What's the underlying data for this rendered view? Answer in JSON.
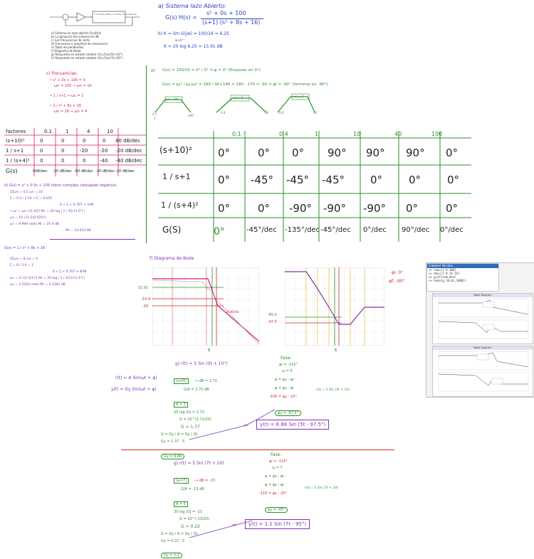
{
  "problem": {
    "block_tf": "s^2+0.5s+100 / s^2+2s^2+17.6s+16",
    "lines": [
      "a) Sistema en lazo abierto G(s)H(s)",
      "b) La ganancia del sistema en dB",
      "c) Las frecuencias de corte",
      "d) Frecuencia y amplitud de resonancia",
      "e) Tabla de pendientes",
      "f) Diagrama de Bode",
      "g) Respuesta en estado estable r(t)=5sin(5t+10°)",
      "h) Respuesta en estado estable r(t)=5sin(7t+20°)"
    ]
  },
  "sec_a": {
    "title": "a)  Sistema  lazo  Abierto:",
    "expr_left": "G(s) H(s) =",
    "numerator": "s² + 0s + 100",
    "denominator": "(s+1) (s² + 8s + 16)"
  },
  "sec_b": {
    "title": "b)  K = lim G(jw) = 100/16 = 6.25",
    "sub": "w→0⁺⁺",
    "kdb": "K = 20 log 6.25 = 15.91 dB"
  },
  "sec_c": {
    "title": "c)  frecuencias:",
    "items": [
      "• s² + 0s + 100 = 0",
      "ωn = 100  ⇒  ωn = 10",
      "• 1 / s+1  ⇒  ωc = 1",
      "• 1 / s² + 8s + 16",
      "ωn = 16  ⇒  ωn = 4"
    ]
  },
  "factors": {
    "header": [
      "factores",
      "0.1",
      "1",
      "4",
      "10"
    ],
    "rows": [
      [
        "(s+10)²",
        "0",
        "0",
        "0",
        "0",
        "40 dB/dec"
      ],
      [
        "1 / s+1",
        "0",
        "0",
        "-20",
        "-20",
        "-20 dB/dec"
      ],
      [
        "1 / (s+4)²",
        "0",
        "0",
        "0",
        "-40",
        "-40 dB/dec"
      ],
      [
        "G(s)",
        "0dB/dec",
        "-20 dB/dec",
        "-60 dB/dec",
        "-20 dB/dec",
        "-20 dB/dec"
      ]
    ]
  },
  "sec_d": {
    "title": "d)  G(s) = s² + 0.5s + 100   (tiene complejo conjugado negativo)",
    "lines": [
      "2ζωn = 0.5     ωn = 10",
      "ζ = 0.5 / 2·10   ⇒  ζ = 0.025",
      "0 < ζ < 0.707  ⇒  ∃ Mr",
      "• ωr = ωn √(1-2ζ²)      Mr = 20 log | 1 / 2ζ√(1-ζ²) |",
      "ωr = 10 √(1-2(0.025)²)",
      "ωr = 9.994 rad/s          Mr = 25.9 dB",
      "Mr = 14.023 dB"
    ],
    "g2_title": "G(s) = 1 / s² + 8s + 16",
    "g2_lines": [
      "2ζωn = 8       ωn = 4",
      "ζ = 8 / 2·4 = 1",
      "0 < ζ < 0.707 ⇒ ∄ Mr",
      "ωr = 4 √(1-2(1)²)        Mr = 20 log | 1 / 2(1)√(1-1²) |",
      "ωr = 3.5363 rad/s       Mr = 3.5363 dB"
    ]
  },
  "sec_e": {
    "title": "e)",
    "line1": "G(s) = 100/16 = 0° / 0°  ⇒  φ = 0°  (Empezar en 0°)",
    "line2": "G(s) = jω² / jω·jω² = 180 / 90+180 = 180 - 270 = -90  ⇒  φf = -90° (terminar en -90°)",
    "sketch1": "ωn = 10",
    "sketch2": "ωc = 1",
    "sketch3": "ωn = 4",
    "sk_labels": [
      "0.1",
      "1",
      "100",
      "0.4",
      "40",
      "0.4",
      "40"
    ],
    "table_header": [
      "0.1",
      "0.4",
      "1",
      "10",
      "40",
      "100"
    ],
    "table_rows": [
      [
        "(s+10)²",
        "0°",
        "0°",
        "0°",
        "90°",
        "90°",
        "90°",
        "0°"
      ],
      [
        "1 / s+1",
        "0°",
        "-45°",
        "-45°",
        "-45°",
        "0°",
        "0°",
        "0°"
      ],
      [
        "1 / (s+4)²",
        "0°",
        "0°",
        "-90°",
        "-90°",
        "-90°",
        "0°",
        "0°"
      ],
      [
        "G(S)",
        "0°",
        "-45°/dec",
        "-135°/dec",
        "-45°/dec",
        "0°/dec",
        "90°/dec",
        "0°/dec"
      ]
    ]
  },
  "sec_f": {
    "title": "f)  Diagrama de Bode",
    "mag_labels": [
      "15.91",
      "-19.9",
      "-20",
      "5"
    ],
    "phase_labels": [
      "-85.5",
      "-97.5",
      "5"
    ],
    "annot_mag": "-20dB/dec",
    "phi_i": "φi: 0°",
    "phi_f": "φf: -90°"
  },
  "matlab": {
    "title": "Command Window",
    "code": [
      ">> num=[1 0 100]",
      ">> den=[1 9 24 16]",
      ">> g=tf(num,den)",
      ">> bode(g,{0.01,1000})"
    ],
    "fig_title": "Bode Diagram"
  },
  "sec_g": {
    "title": "g)  r(t) = 5 Sin (5t + 10°)",
    "left_formula1": "r(t) = A Sin(ωt + φ)",
    "left_formula2": "y(t) = Gy Sin(ωt + φ)",
    "steps": [
      "|ω=5|",
      "⇒ dB = 2.72",
      "G/A = 2.72 dB",
      "A = 5",
      "20 log |G| = 2.72",
      "G = 10^(2.72/20)",
      "G = 1.37",
      "G = Gy / A = Gy / |5|",
      "Gy = 1.37 · 5",
      "Gy = 6.86"
    ],
    "fase_title": "Fase:",
    "fase": [
      "φi = -115°",
      "ω = 5",
      "φ = φy - φr",
      "φ = φy - φr",
      "-105 = φy - 10°",
      "φy = -97.5°"
    ],
    "right_r": "r(t) = 5 Sin (5t + 10)",
    "result": "y(t) = 6.86 Sin (5t - 97.5°)"
  },
  "sec_h": {
    "title": "g)  r(t) = 5 Sin (7t + 20)",
    "steps": [
      "|ω=7|",
      "⇒ dB = -13",
      "G/A = -13 dB",
      "A = 5",
      "20 log |G| = -13",
      "G = 10^(-13/20)",
      "G = 0.22",
      "G = Gy / A = Gy / |5|",
      "Gy = 0.22 · 5",
      "Gy = 1.1"
    ],
    "fase_title": "Fase:",
    "fase": [
      "φi = -115°",
      "ω = 7",
      "φ = φy - φr",
      "φ = φy - φr",
      "-115 = φy - 20°",
      "φy = -95°"
    ],
    "right_r": "r(t) = 5 Sin (7t + 20)",
    "result": "y(t) = 1.1 Sin (7t - 95°)"
  },
  "colors": {
    "blue": "#2a3fbf",
    "pink": "#d4206f",
    "purple": "#7b33b5",
    "green": "#2c8f2c",
    "red": "#d12a2a"
  }
}
